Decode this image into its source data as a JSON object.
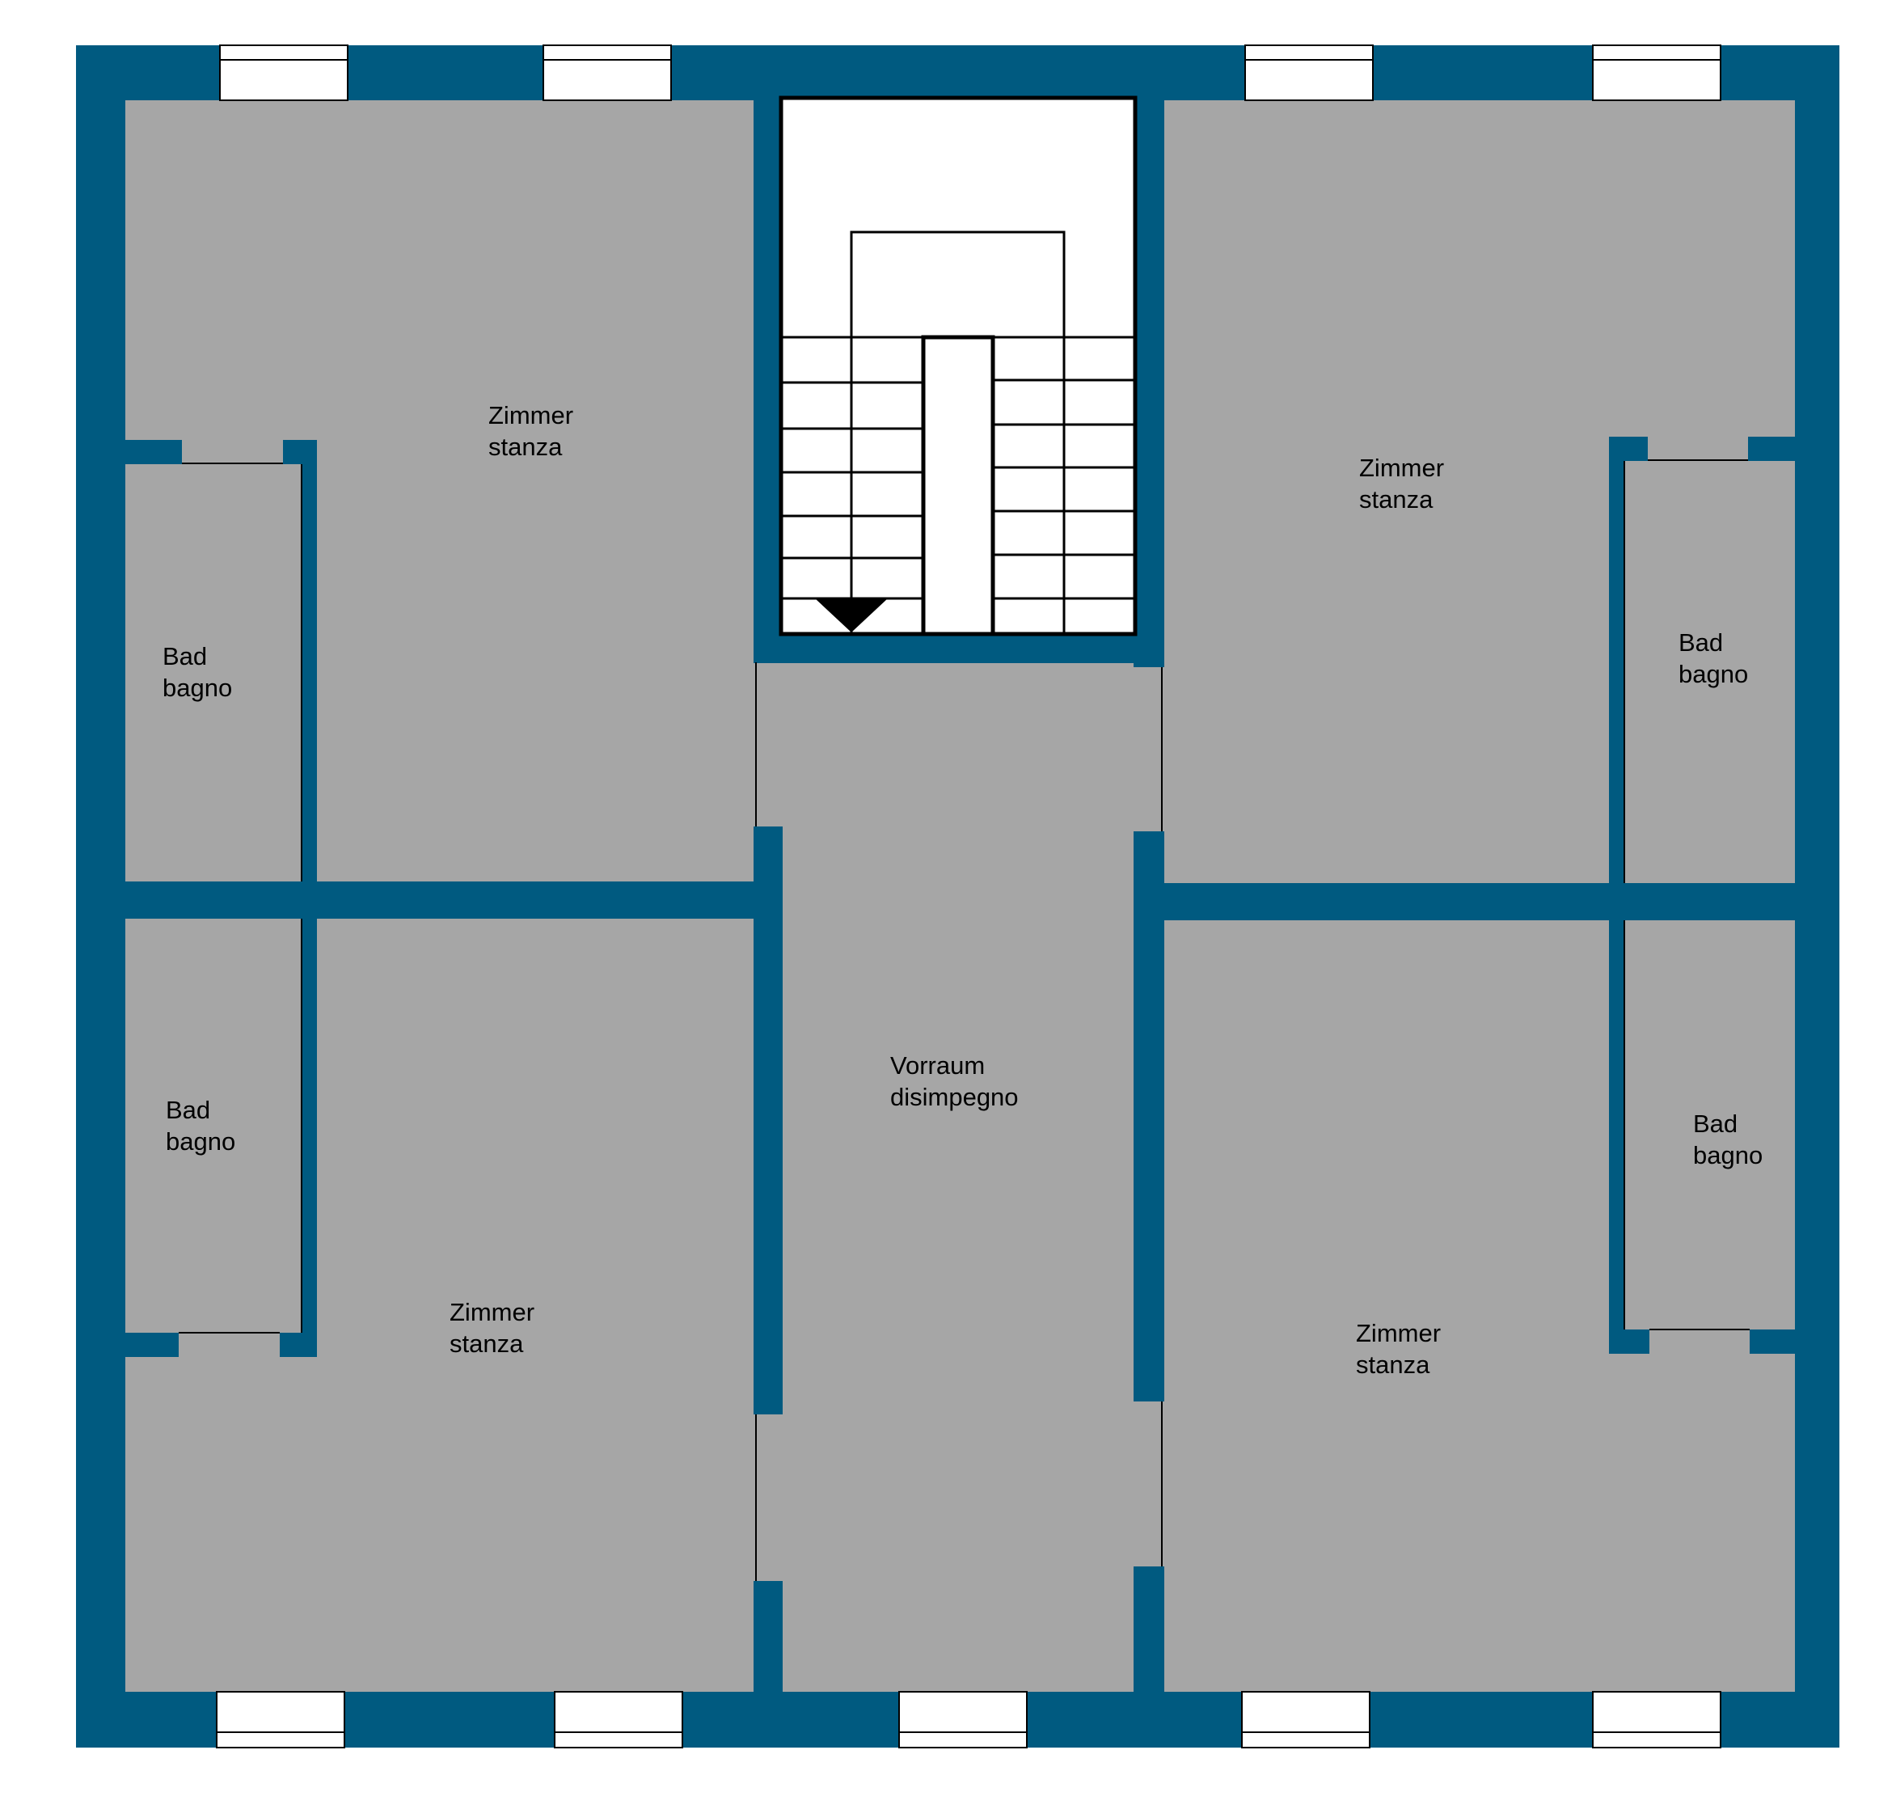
{
  "colors": {
    "wall": "#005a80",
    "floor": "#a6a6a6",
    "stair_floor": "#ffffff",
    "line": "#000000",
    "window_glass": "#ffffff"
  },
  "rooms": {
    "zimmer_nw": {
      "de": "Zimmer",
      "it": "stanza"
    },
    "bad_w_upper": {
      "de": "Bad",
      "it": "bagno"
    },
    "bad_w_lower": {
      "de": "Bad",
      "it": "bagno"
    },
    "zimmer_sw": {
      "de": "Zimmer",
      "it": "stanza"
    },
    "vorraum": {
      "de": "Vorraum",
      "it": "disimpegno"
    },
    "zimmer_ne": {
      "de": "Zimmer",
      "it": "stanza"
    },
    "bad_e_upper": {
      "de": "Bad",
      "it": "bagno"
    },
    "bad_e_lower": {
      "de": "Bad",
      "it": "bagno"
    },
    "zimmer_se": {
      "de": "Zimmer",
      "it": "stanza"
    }
  },
  "symbols": {
    "stair_direction": "down-arrow-icon"
  }
}
